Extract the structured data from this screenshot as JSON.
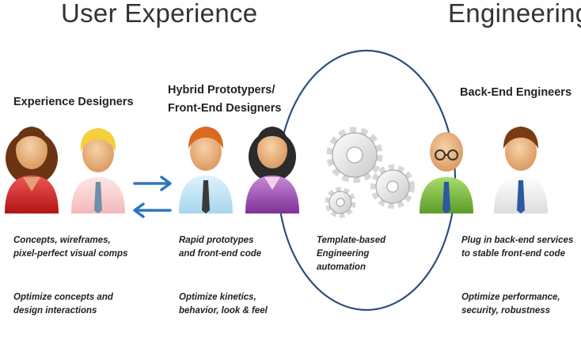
{
  "titles": {
    "left": "User Experience",
    "right": "Engineering"
  },
  "groups": {
    "experience_designers": {
      "title": "Experience Designers",
      "desc1": [
        "Concepts, wireframes,",
        "pixel-perfect visual comps"
      ],
      "desc2": [
        "Optimize concepts and",
        "design interactions"
      ]
    },
    "hybrid_prototypers": {
      "title": [
        "Hybrid Prototypers/",
        "Front-End Designers"
      ],
      "desc1": [
        "Rapid prototypes",
        "and front-end code"
      ],
      "desc2": [
        "Optimize kinetics,",
        "behavior, look & feel"
      ]
    },
    "automation": {
      "desc": [
        "Template-based",
        "Engineering",
        "automation"
      ]
    },
    "back_end_engineers": {
      "title": "Back-End Engineers",
      "desc1": [
        "Plug in back-end services",
        "to stable front-end code"
      ],
      "desc2": [
        "Optimize performance,",
        "security, robustness"
      ]
    }
  },
  "icons": {
    "person_woman_red": "woman-red-shirt-icon",
    "person_man_pink": "man-blonde-tie-icon",
    "person_man_blue": "man-orange-hair-tie-icon",
    "person_woman_purple": "woman-purple-shirt-icon",
    "person_man_green": "bald-man-glasses-icon",
    "person_man_white": "man-brown-hair-tie-icon",
    "gears": "gears-icon",
    "arrows": "bidirectional-arrows-icon"
  },
  "colors": {
    "ellipse": "#2e4e7a",
    "arrow": "#2f74c0",
    "title_text": "#333333"
  }
}
